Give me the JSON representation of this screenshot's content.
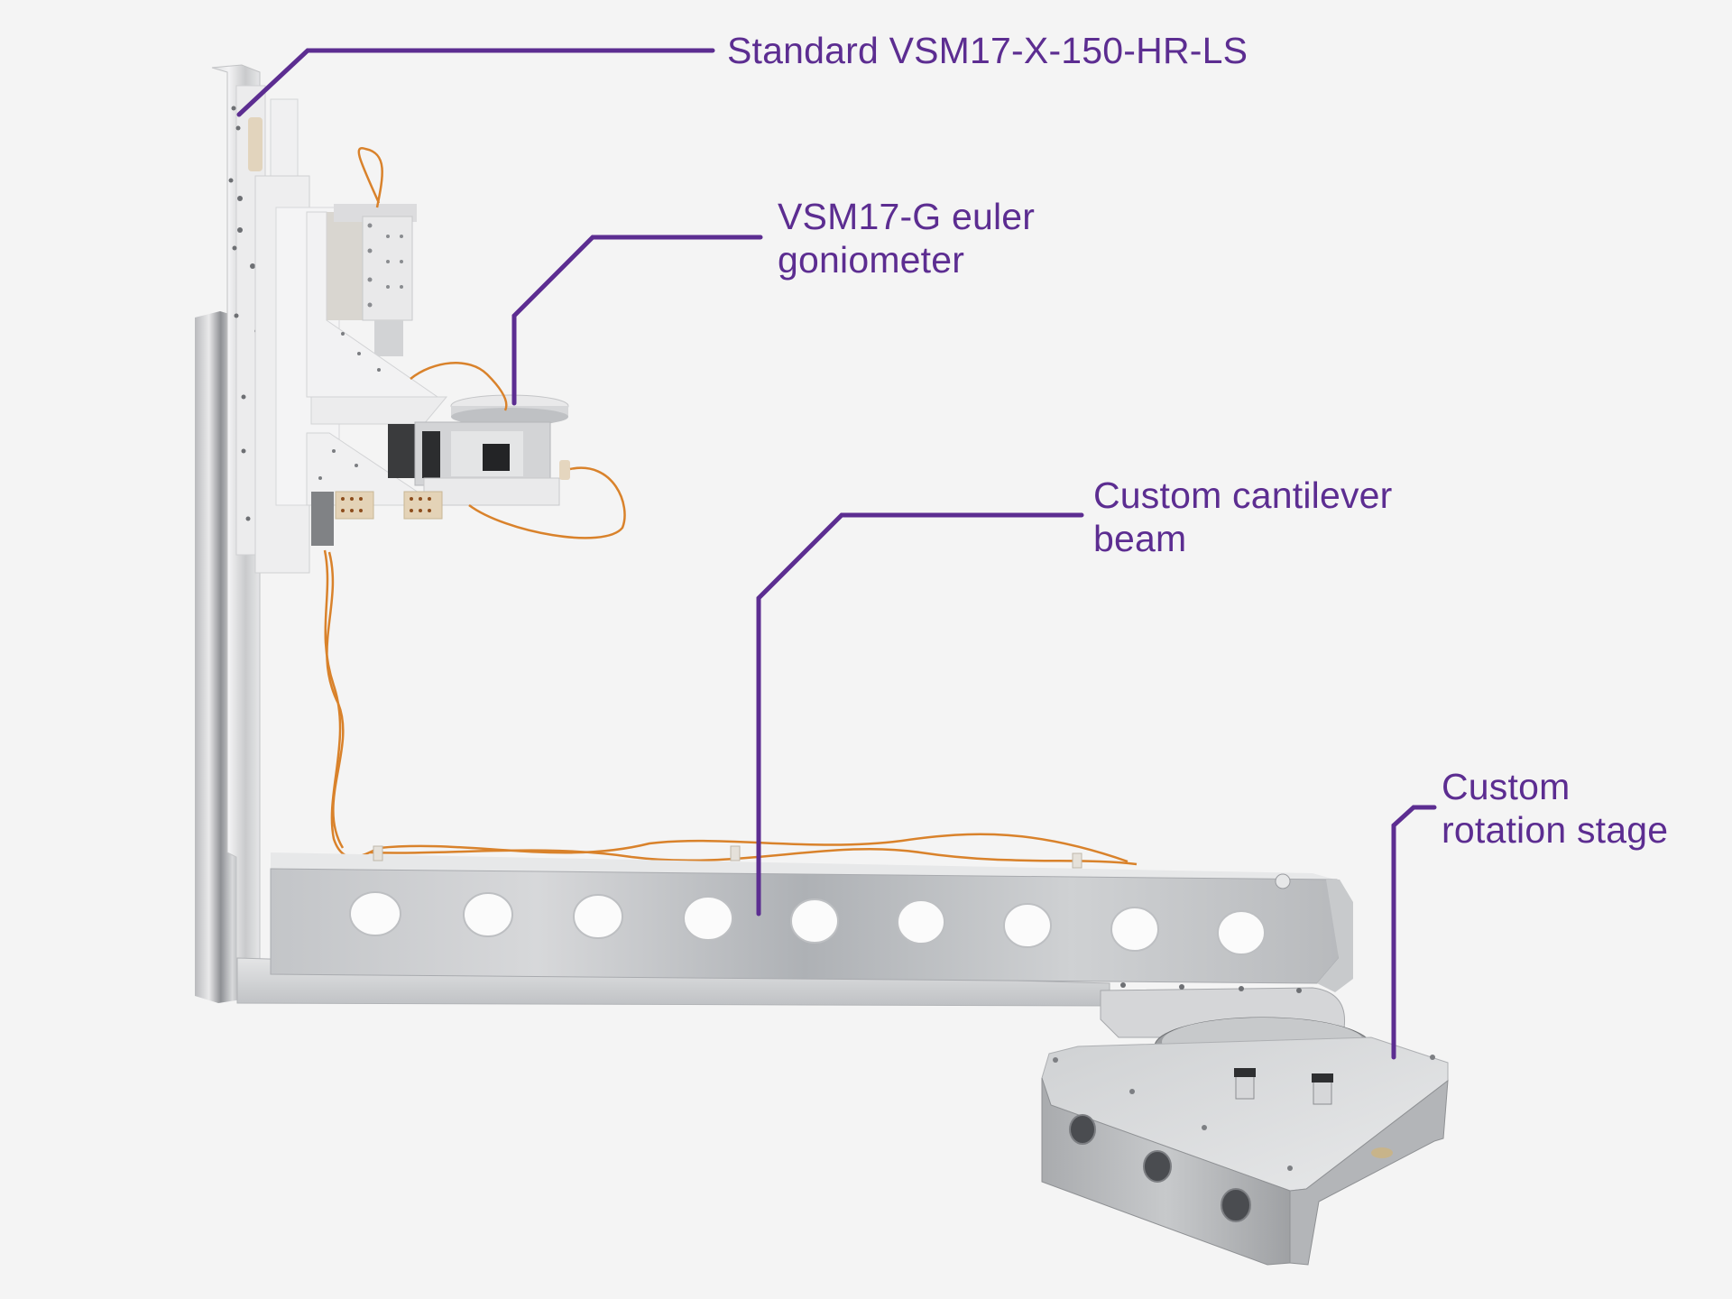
{
  "figure": {
    "background_color": "#f4f4f4",
    "callout_color": "#5c2d91",
    "subject": "Aluminium L-shaped positioning system with goniometer and rotation stage"
  },
  "callouts": [
    {
      "id": "standard-stage",
      "lines": [
        "Standard VSM17-X-150-HR-LS"
      ]
    },
    {
      "id": "euler-goniometer",
      "lines": [
        "VSM17-G euler",
        "goniometer"
      ]
    },
    {
      "id": "cantilever-beam",
      "lines": [
        "Custom cantilever",
        "beam"
      ]
    },
    {
      "id": "rotation-stage",
      "lines": [
        "Custom",
        "rotation stage"
      ]
    }
  ],
  "beam": {
    "hole_count": 9
  },
  "rotation_base": {
    "front_hole_count": 3
  }
}
